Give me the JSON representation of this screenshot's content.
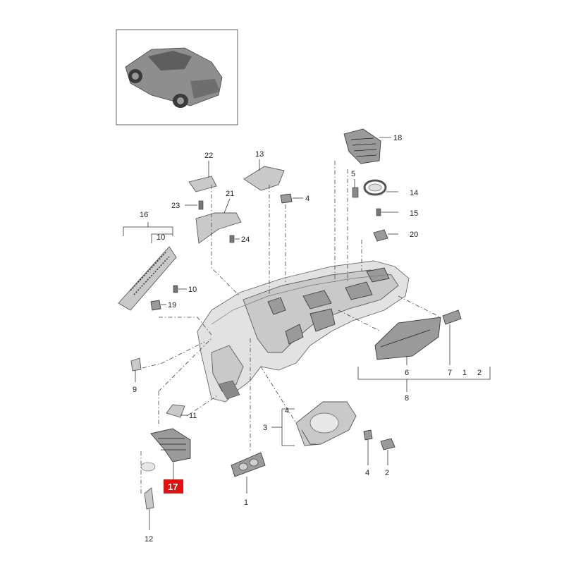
{
  "callouts": {
    "c1": "1",
    "c2a": "2",
    "c2b": "2",
    "c3": "3",
    "c4a": "4",
    "c4b": "4",
    "c4c": "4",
    "c5": "5",
    "c6": "6",
    "c7": "7",
    "c8": "8",
    "c9": "9",
    "c10a": "10",
    "c10b": "10",
    "c11": "11",
    "c12": "12",
    "c13": "13",
    "c14": "14",
    "c15": "15",
    "c16": "16",
    "c17": "17",
    "c18": "18",
    "c19": "19",
    "c20": "20",
    "c21": "21",
    "c22": "22",
    "c23": "23",
    "c24": "24",
    "c1b": "1"
  },
  "highlight_color": "#e01010"
}
